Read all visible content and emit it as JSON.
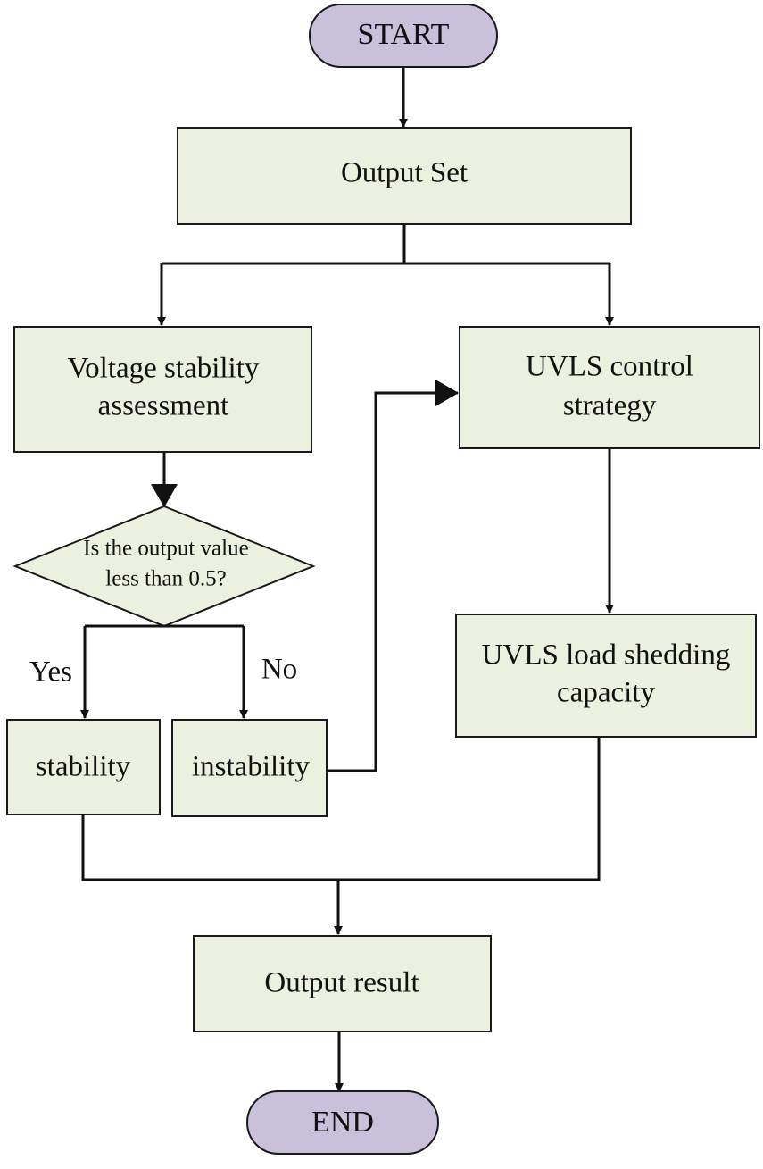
{
  "colors": {
    "terminal_fill": "#c9c0dc",
    "process_fill": "#ebf0df",
    "stroke": "#1a1a1a"
  },
  "nodes": {
    "start": "START",
    "output_set": "Output Set",
    "voltage_assessment": [
      "Voltage stability",
      "assessment"
    ],
    "decision": [
      "Is the output value",
      "less than 0.5?"
    ],
    "stability": "stability",
    "instability": "instability",
    "uvls_control": [
      "UVLS control",
      "strategy"
    ],
    "uvls_shedding": [
      "UVLS load shedding",
      "capacity"
    ],
    "output_result": "Output result",
    "end": "END"
  },
  "labels": {
    "yes": "Yes",
    "no": "No"
  }
}
